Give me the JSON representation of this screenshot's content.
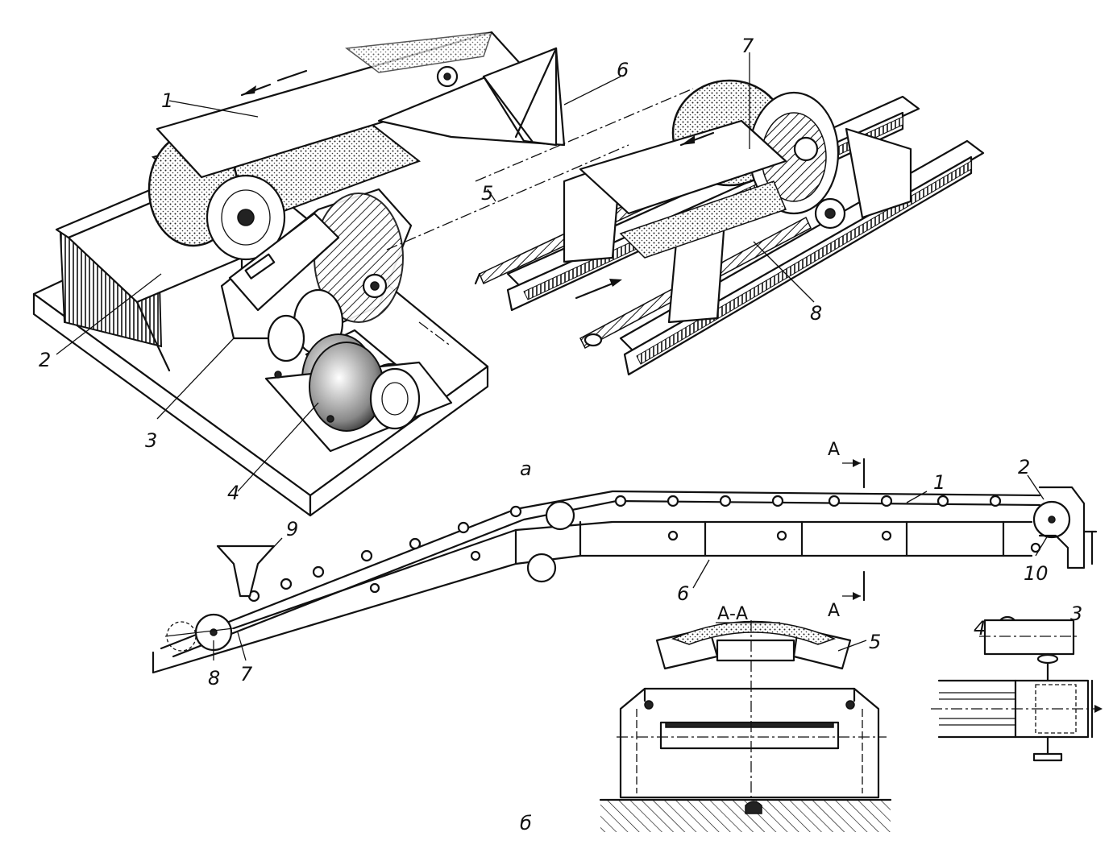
{
  "labels": {
    "top_left": [
      "1",
      "2",
      "3",
      "4",
      "6"
    ],
    "top_right": [
      "5",
      "7",
      "8"
    ],
    "view_a": "а",
    "view_b": "б",
    "scheme": [
      "1",
      "2",
      "3",
      "4",
      "5",
      "6",
      "7",
      "8",
      "9",
      "10"
    ],
    "section_mark": "А",
    "section_title": "А-А"
  }
}
